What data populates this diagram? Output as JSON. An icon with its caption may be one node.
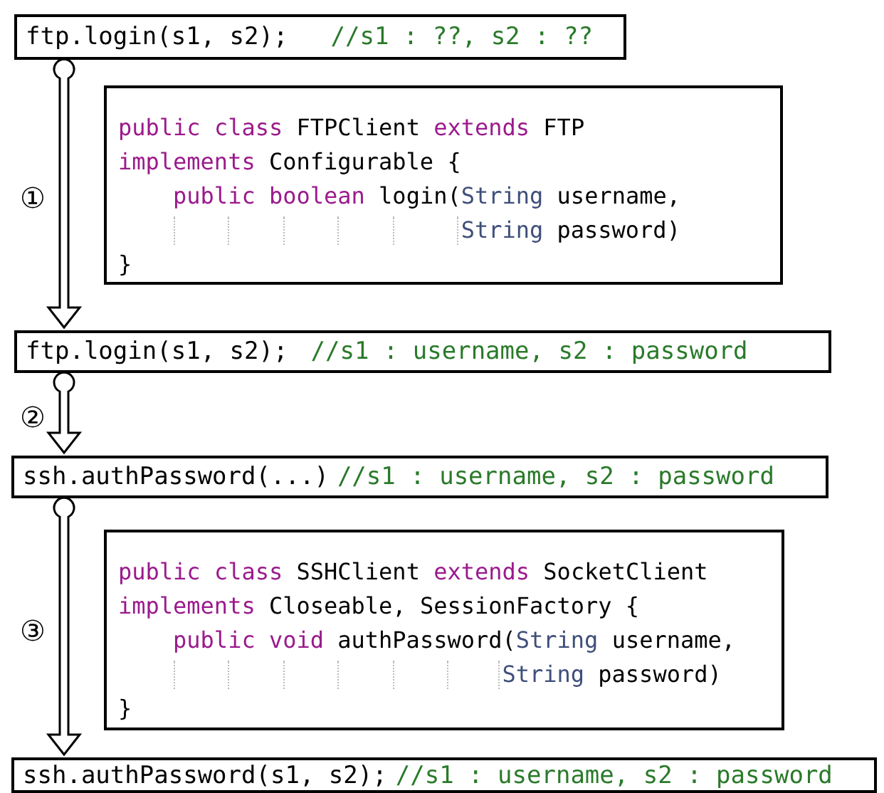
{
  "diagram": {
    "nodes": [
      {
        "text": [
          "ftp.login(s1, s2);",
          "//s1 : ??, s2 : ??"
        ]
      },
      {
        "text": [
          "public class FTPClient extends FTP",
          "implements Configurable {",
          "public boolean login(String username,",
          "String password)",
          "}"
        ]
      },
      {
        "text": [
          "ftp.login(s1, s2);",
          "//s1 : username, s2 : password"
        ]
      },
      {
        "text": [
          "ssh.authPassword(...)",
          "//s1 : username, s2 : password"
        ]
      },
      {
        "text": [
          "public class SSHClient extends SocketClient",
          "implements Closeable, SessionFactory {",
          "public void authPassword(String username,",
          "String password)",
          "}"
        ]
      },
      {
        "text": [
          "ssh.authPassword(s1, s2);",
          "//s1 : username, s2 : password"
        ]
      }
    ],
    "edges": [
      {
        "from": 0,
        "to": 2,
        "arrow": "to",
        "label": "①"
      },
      {
        "from": 2,
        "to": 3,
        "arrow": "to",
        "label": "②"
      },
      {
        "from": 3,
        "to": 5,
        "arrow": "to",
        "label": "③"
      }
    ]
  }
}
